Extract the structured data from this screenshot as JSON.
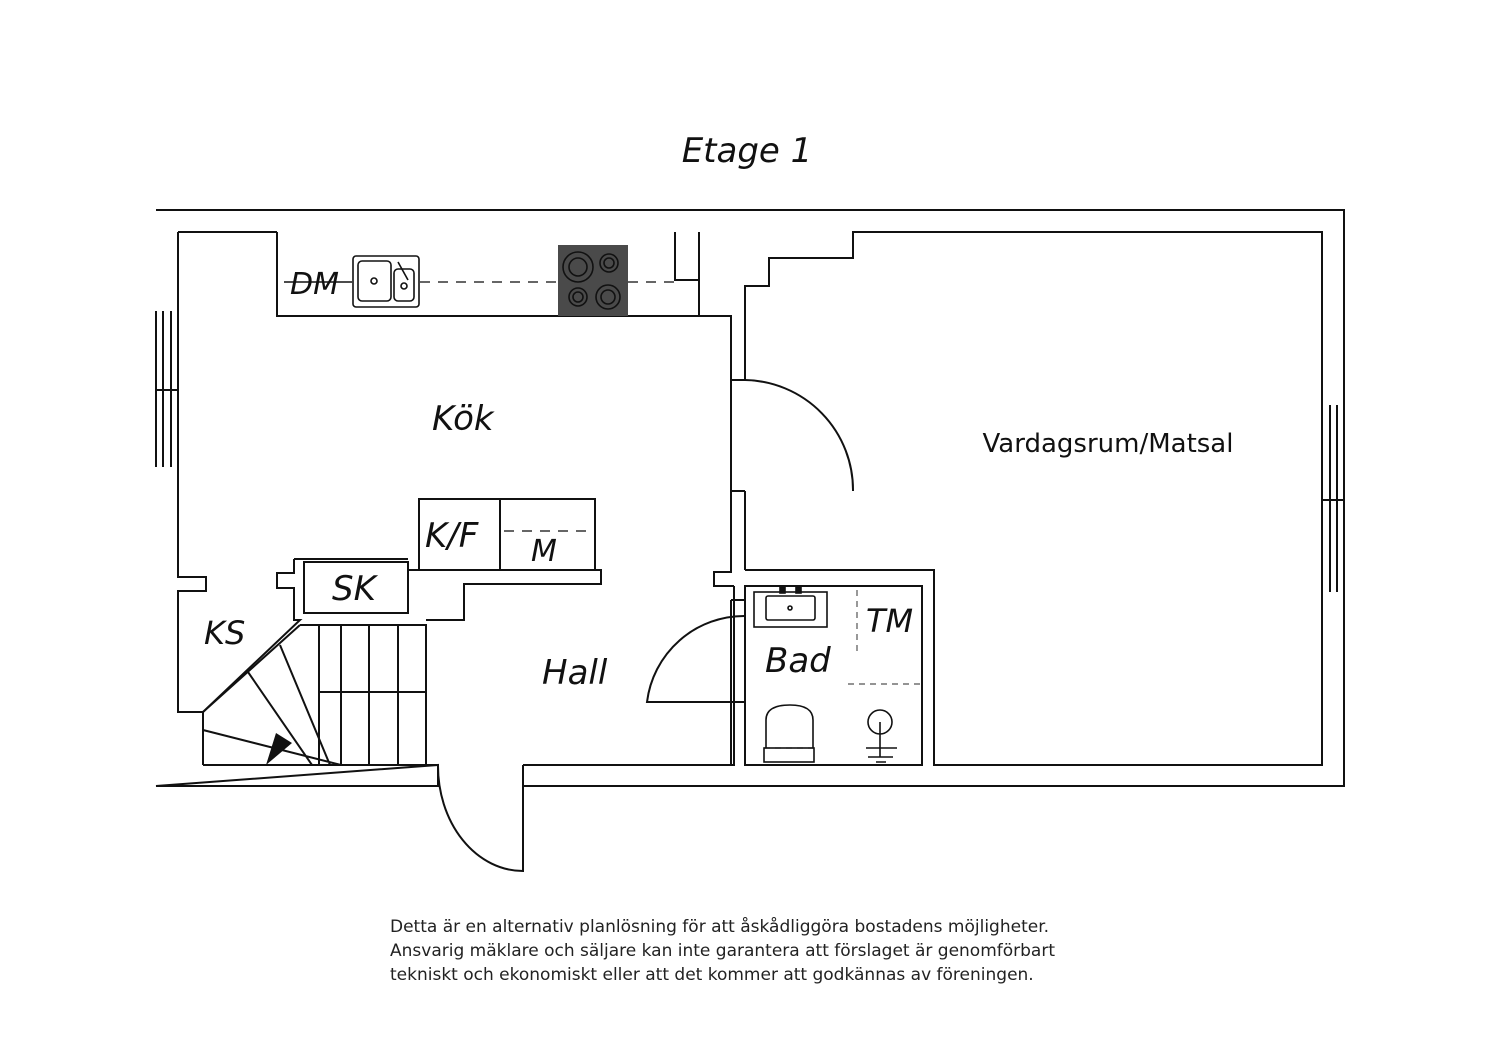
{
  "plan": {
    "title": "Etage 1",
    "rooms": {
      "kitchen": "Kök",
      "living": "Vardagsrum/Matsal",
      "hall": "Hall",
      "bath": "Bad",
      "closet_ks": "KS",
      "closet_sk": "SK",
      "fridge": "K/F",
      "microwave": "M",
      "dishwasher": "DM",
      "washer": "TM"
    },
    "colors": {
      "wall": "#111111",
      "stove": "#4a4a4a",
      "background": "#ffffff"
    }
  },
  "disclaimer": {
    "line1": "Detta är en alternativ planlösning för att åskådliggöra bostadens möjligheter.",
    "line2": "Ansvarig mäklare och säljare kan inte garantera att förslaget är genomförbart",
    "line3": "tekniskt och ekonomiskt eller att det kommer att godkännas av föreningen."
  }
}
